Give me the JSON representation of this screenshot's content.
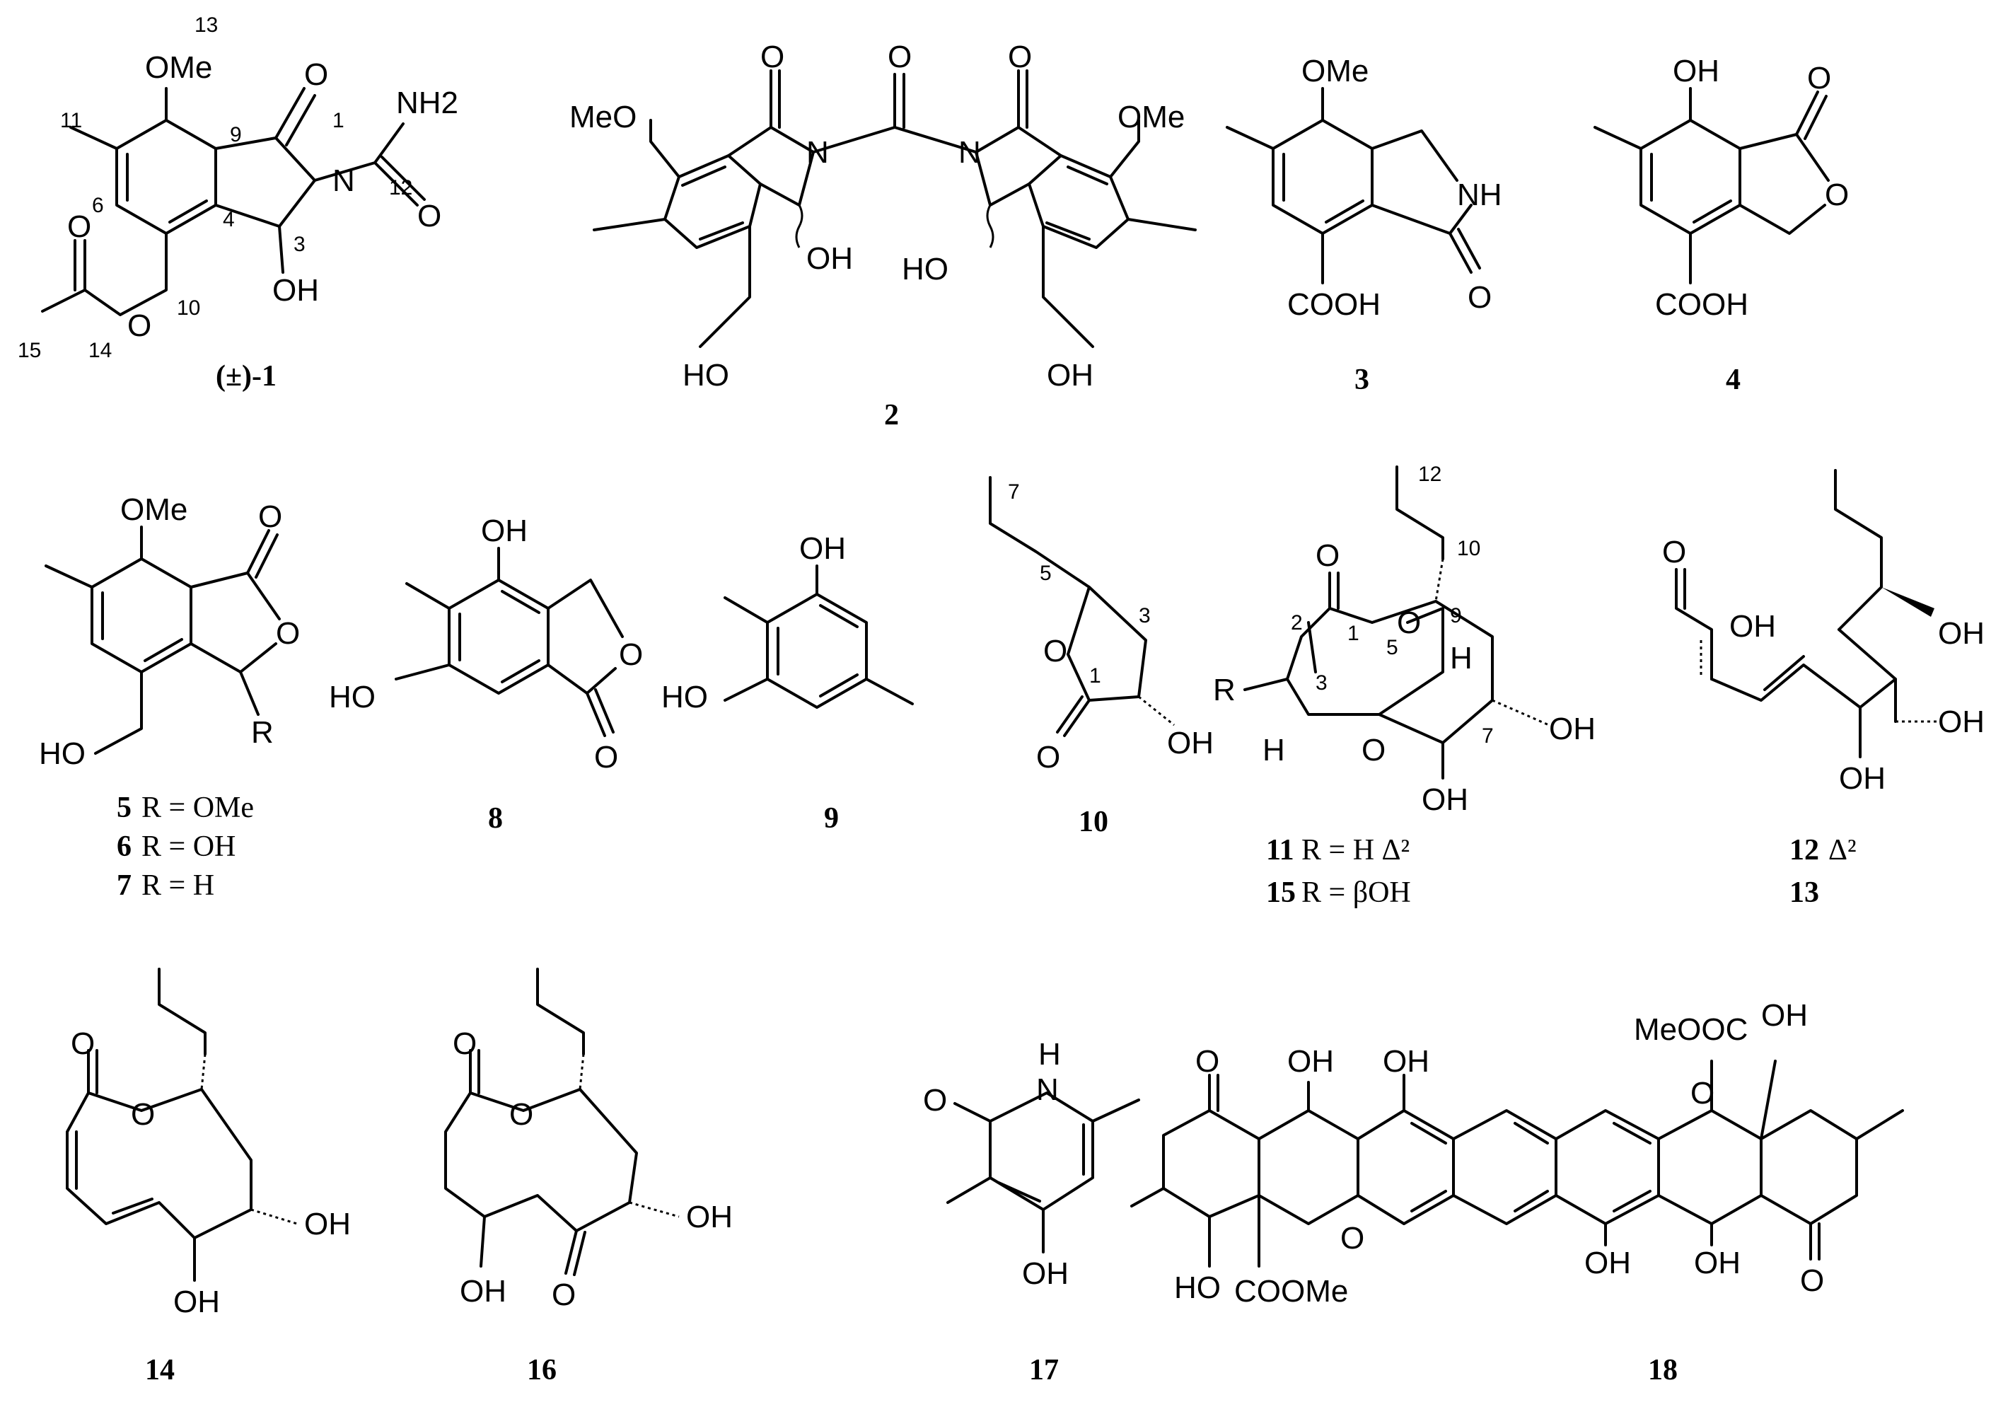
{
  "compounds": [
    {
      "id": "c1",
      "label": "(±)-1",
      "atoms": [
        "OMe",
        "O",
        "NH2",
        "N",
        "O",
        "OH",
        "O",
        "O"
      ],
      "numbers": [
        "13",
        "11",
        "9",
        "1",
        "12",
        "6",
        "4",
        "3",
        "10",
        "15",
        "14"
      ]
    },
    {
      "id": "c2",
      "label": "2",
      "atoms": [
        "MeO",
        "O",
        "O",
        "O",
        "OMe",
        "N",
        "N",
        "OH",
        "HO",
        "HO",
        "OH"
      ]
    },
    {
      "id": "c3",
      "label": "3",
      "atoms": [
        "OMe",
        "NH",
        "O",
        "COOH"
      ]
    },
    {
      "id": "c4",
      "label": "4",
      "atoms": [
        "OH",
        "O",
        "O",
        "COOH"
      ]
    },
    {
      "id": "c5",
      "atoms": [
        "OMe",
        "O",
        "O",
        "R",
        "HO"
      ],
      "variants": [
        {
          "label": "5",
          "text": "R = OMe"
        },
        {
          "label": "6",
          "text": "R = OH"
        },
        {
          "label": "7",
          "text": "R = H"
        }
      ]
    },
    {
      "id": "c8",
      "label": "8",
      "atoms": [
        "OH",
        "HO",
        "O",
        "O"
      ]
    },
    {
      "id": "c9",
      "label": "9",
      "atoms": [
        "OH",
        "HO"
      ]
    },
    {
      "id": "c10",
      "label": "10",
      "atoms": [
        "O",
        "O",
        "OH"
      ],
      "numbers": [
        "7",
        "5",
        "3",
        "1"
      ]
    },
    {
      "id": "c11",
      "atoms": [
        "O",
        "O",
        "H",
        "O",
        "R",
        "H",
        "OH",
        "OH"
      ],
      "numbers": [
        "12",
        "10",
        "9",
        "2",
        "1",
        "3",
        "5",
        "7"
      ],
      "variants": [
        {
          "label": "11",
          "text": "R = H   Δ²"
        },
        {
          "label": "15",
          "text": "R = βOH"
        }
      ]
    },
    {
      "id": "c12",
      "atoms": [
        "O",
        "OH",
        "OH",
        "OH",
        "OH"
      ],
      "variants": [
        {
          "label": "12",
          "text": "Δ²"
        },
        {
          "label": "13",
          "text": ""
        }
      ]
    },
    {
      "id": "c14",
      "label": "14",
      "atoms": [
        "O",
        "O",
        "OH",
        "OH"
      ]
    },
    {
      "id": "c16",
      "label": "16",
      "atoms": [
        "O",
        "O",
        "OH",
        "O",
        "OH"
      ]
    },
    {
      "id": "c17",
      "label": "17",
      "atoms": [
        "H",
        "N",
        "O",
        "OH"
      ]
    },
    {
      "id": "c18",
      "label": "18",
      "atoms": [
        "MeOOC",
        "OH",
        "O",
        "OH",
        "OH",
        "O",
        "OH",
        "OH",
        "O",
        "O",
        "HO",
        "COOMe"
      ]
    }
  ]
}
